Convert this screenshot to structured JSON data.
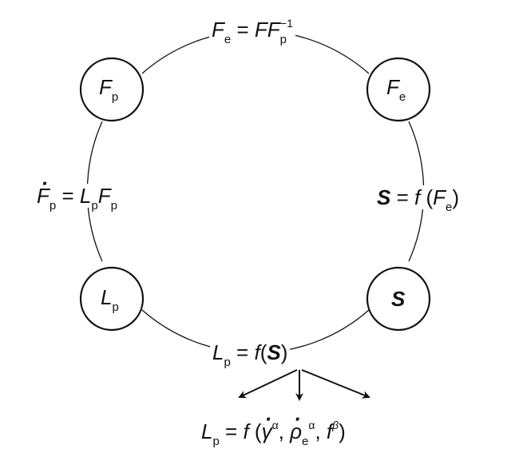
{
  "nodes": {
    "fp": {
      "symbol": "F",
      "sub": "p"
    },
    "fe": {
      "symbol": "F",
      "sub": "e"
    },
    "lp": {
      "symbol": "L",
      "sub": "p"
    },
    "s": {
      "symbol": "S"
    }
  },
  "equations": {
    "top": {
      "lhs": "F",
      "lhs_sub": "e",
      "eq": " = ",
      "a": "F",
      "b": "F",
      "b_sub": "p",
      "b_sup": "−1"
    },
    "left": {
      "lhs": "F",
      "lhs_sub": "p",
      "eq": " = ",
      "a": "L",
      "a_sub": "p",
      "b": "F",
      "b_sub": "p"
    },
    "right": {
      "lhs": "S",
      "eq": " = ",
      "f": "f",
      "open": " (",
      "arg": "F",
      "arg_sub": "e",
      "close": ")"
    },
    "bottom": {
      "lhs": "L",
      "lhs_sub": "p",
      "eq": " = ",
      "f": "f",
      "open": "(",
      "arg": "S",
      "close": ")"
    },
    "extended": {
      "lhs": "L",
      "lhs_sub": "p",
      "eq": " = ",
      "f": "f",
      "open": " (",
      "g": "γ",
      "g_sup": "α",
      "sep1": ", ",
      "r": "ρ",
      "r_sub": "e",
      "r_sup": "α",
      "sep2": ", ",
      "f2": "f",
      "f2_sup": "β",
      "close": ")"
    }
  }
}
